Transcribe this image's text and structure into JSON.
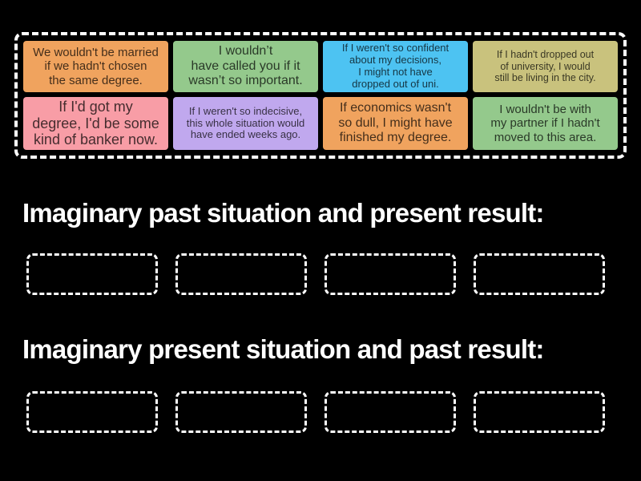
{
  "page": {
    "background": "#000000",
    "dash_color": "#FFFFFF",
    "heading_color": "#FFFFFF",
    "card_text_color": "rgba(0,0,0,0.72)"
  },
  "board": {
    "cards": [
      {
        "text": "We wouldn't be married\nif we hadn't chosen\nthe same degree.",
        "color": "#F0A35E"
      },
      {
        "text": "I wouldn’t\nhave called you if it\nwasn’t so important.",
        "color": "#94C98C"
      },
      {
        "text": "If I weren't so confident\nabout my decisions,\nI might not have\ndropped out of uni.",
        "color": "#4DC3F2"
      },
      {
        "text": "If I hadn't dropped out\nof university, I would\nstill be living in the city.",
        "color": "#C9C27D"
      },
      {
        "text": "If I'd got my\ndegree, I'd be some\nkind of banker now.",
        "color": "#F89DA6"
      },
      {
        "text": "If I weren't so indecisive,\nthis whole situation would\nhave ended weeks ago.",
        "color": "#C0A8EE"
      },
      {
        "text": "If economics wasn't\nso dull, I might have\nfinished my degree.",
        "color": "#F0A35E"
      },
      {
        "text": "I wouldn't be with\nmy partner if I hadn't\nmoved to this area.",
        "color": "#94C98C"
      }
    ]
  },
  "groups": [
    {
      "label": "Imaginary past situation and present result:",
      "slots": 4
    },
    {
      "label": "Imaginary present situation and past result:",
      "slots": 4
    }
  ]
}
